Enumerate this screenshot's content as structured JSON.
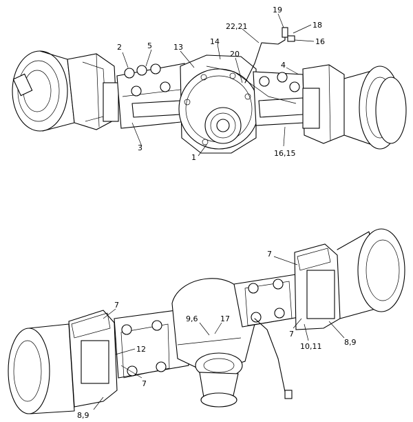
{
  "top_view": {
    "callouts": [
      "1",
      "2",
      "3",
      "4",
      "5",
      "13",
      "14",
      "20",
      "22,21",
      "19",
      "18",
      "16",
      "16,15"
    ]
  },
  "bottom_view": {
    "callouts": [
      "7",
      "7",
      "7",
      "7",
      "8,9",
      "8,9",
      "9,6",
      "17",
      "12",
      "10,11"
    ]
  }
}
